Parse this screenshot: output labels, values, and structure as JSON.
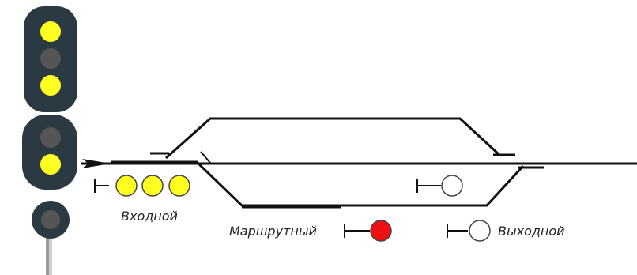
{
  "colors": {
    "signal_body": "#2b3a42",
    "lamp_yellow": "#ffff22",
    "lamp_off": "#555555",
    "lamp_red": "#ee1111",
    "lamp_white": "#ffffff",
    "track": "#111111",
    "post": "#999999"
  },
  "signal_head": {
    "upper_lamps": [
      "yellow",
      "off",
      "yellow"
    ],
    "lower_lamps": [
      "off",
      "yellow"
    ],
    "base_lamps": [
      "off"
    ]
  },
  "labels": {
    "entry": "Входной",
    "route": "Маршрутный",
    "exit": "Выходной"
  },
  "schematic_signals": {
    "entry": [
      "yellow",
      "yellow",
      "yellow"
    ],
    "route": [
      "red"
    ],
    "exit": [
      "white"
    ],
    "track_signal": [
      "white"
    ]
  }
}
